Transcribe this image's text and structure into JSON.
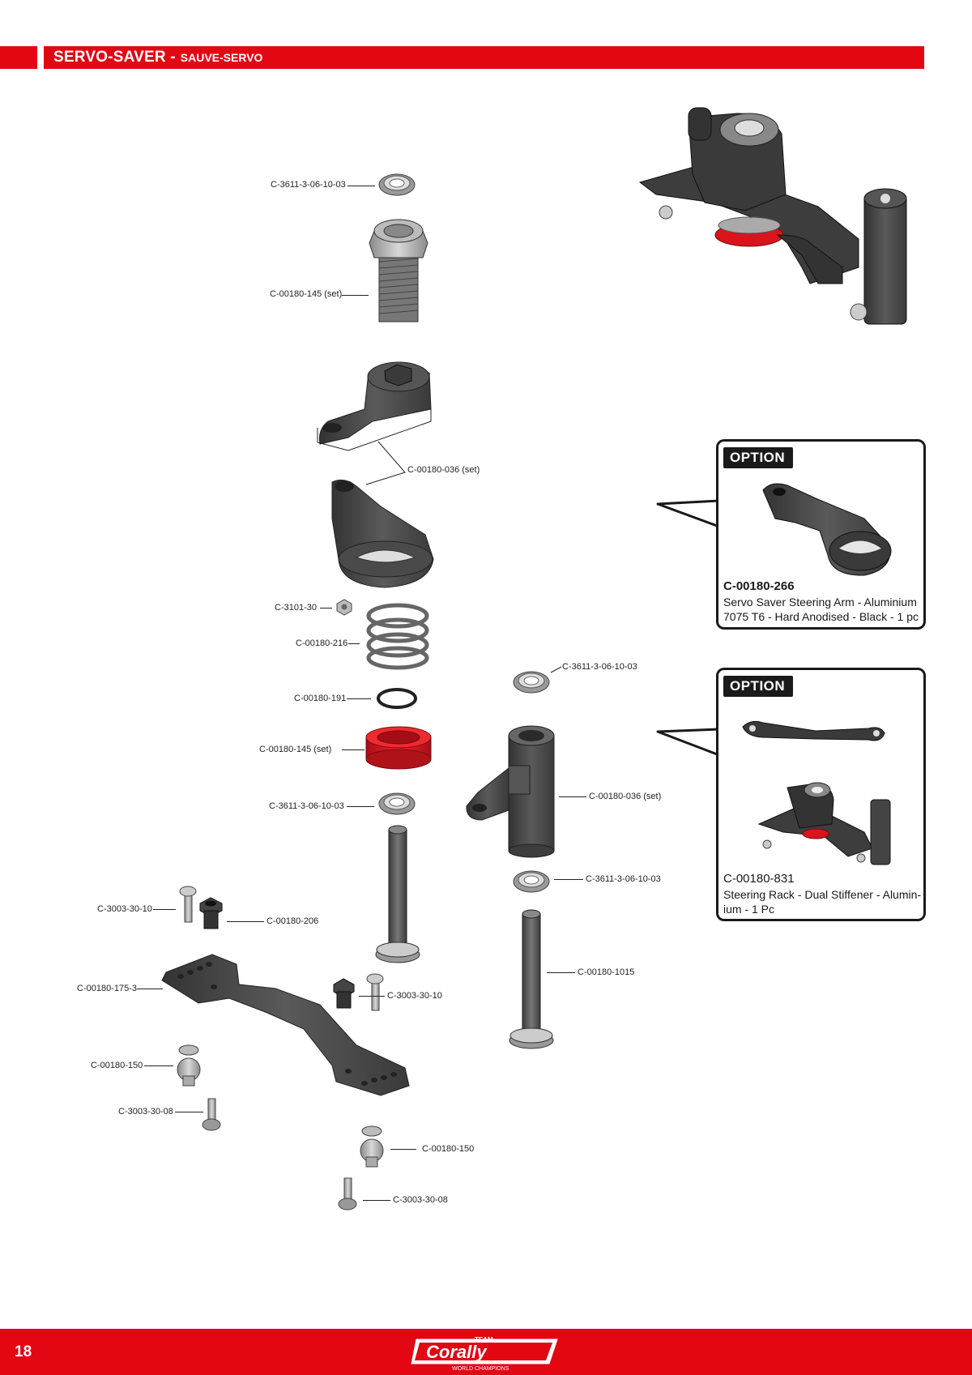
{
  "header": {
    "title": "SERVO-SAVER - ",
    "subtitle": "SAUVE-SERVO"
  },
  "parts": [
    {
      "code": "C-3611-3-06-10-03"
    },
    {
      "code": "C-00180-145 (set)"
    },
    {
      "code": "C-00180-036 (set)"
    },
    {
      "code": "C-3101-30"
    },
    {
      "code": "C-00180-216"
    },
    {
      "code": "C-00180-191"
    },
    {
      "code": "C-00180-145 (set)"
    },
    {
      "code": "C-3611-3-06-10-03"
    },
    {
      "code": "C-3611-3-06-10-03"
    },
    {
      "code": "C-00180-036 (set)"
    },
    {
      "code": "C-3611-3-06-10-03"
    },
    {
      "code": "C-00180-1015"
    },
    {
      "code": "C-3003-30-10"
    },
    {
      "code": "C-00180-206"
    },
    {
      "code": "C-00180-175-3"
    },
    {
      "code": "C-3003-30-10"
    },
    {
      "code": "C-00180-150"
    },
    {
      "code": "C-3003-30-08"
    },
    {
      "code": "C-00180-150"
    },
    {
      "code": "C-3003-30-08"
    }
  ],
  "options": [
    {
      "tag": "OPTION",
      "code": "C-00180-266",
      "desc": "Servo Saver Steering Arm - Aluminium 7075 T6 - Hard Anodised - Black - 1 pc"
    },
    {
      "tag": "OPTION",
      "code": "C-00180-831",
      "desc": "Steering Rack - Dual Stiffener - Alumin-ium - 1 Pc"
    }
  ],
  "footer": {
    "page_number": "18",
    "logo_top": "TEAM",
    "logo_main": "Corally",
    "logo_bottom": "WORLD CHAMPIONS"
  },
  "colors": {
    "brand_red": "#e30613",
    "part_dark": "#4a4a4a",
    "ring_red": "#d9141c"
  }
}
